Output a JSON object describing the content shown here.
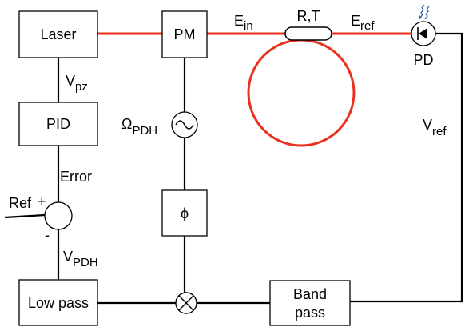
{
  "blocks": {
    "laser": "Laser",
    "pm": "PM",
    "pid": "PID",
    "phi": "ϕ",
    "low_pass": "Low pass",
    "band_pass_line1": "Band",
    "band_pass_line2": "pass"
  },
  "labels": {
    "e_in": "E",
    "e_in_sub": "in",
    "rt": "R,T",
    "e_ref": "E",
    "e_ref_sub": "ref",
    "pd": "PD",
    "v_pz": "V",
    "v_pz_sub": "pz",
    "omega": "Ω",
    "omega_sub": "PDH",
    "v_ref": "V",
    "v_ref_sub": "ref",
    "error": "Error",
    "ref": "Ref",
    "plus": "+",
    "minus": "-",
    "v_pdh": "V",
    "v_pdh_sub": "PDH"
  },
  "colors": {
    "optical_path": "#e8321e",
    "electrical_path": "#000000"
  },
  "icons": {
    "oscillator": "sine-source-icon",
    "mixer": "mixer-icon",
    "summing": "summing-junction-icon",
    "photodiode": "photodiode-icon"
  }
}
